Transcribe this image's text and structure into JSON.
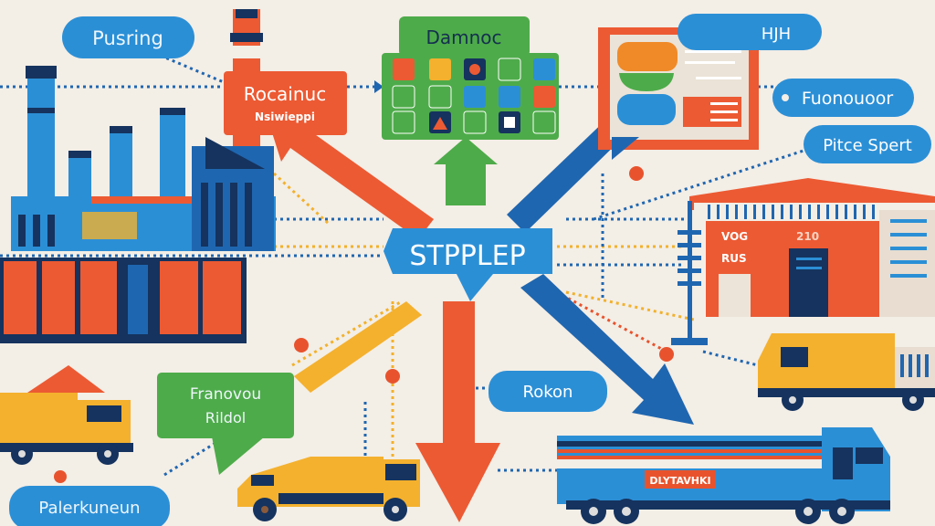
{
  "colors": {
    "background": "#f3eee6",
    "blue": "#2b8fd6",
    "navy": "#15335e",
    "red": "#ec5a33",
    "green": "#4eab4a",
    "yellow": "#f4b12e"
  },
  "labels": {
    "pusring": "Pusring",
    "rocainuc_title": "Rocainuc",
    "rocainuc_sub": "Nsiwieppi",
    "damnoc": "Damnoc",
    "hjh": "HJH",
    "fuonouoor": "Fuonouoor",
    "pitce_spert": "Pitce Spert",
    "center": "STPPLEP",
    "franovou_title": "Franovou",
    "franovou_sub": "Rildol",
    "rokon": "Rokon",
    "palerkuneun": "Palerkuneun",
    "warehouse_sign_1": "VOG",
    "warehouse_sign_2": "RUS",
    "warehouse_number": "210",
    "truck_sign": "DLYTAVHKI"
  },
  "icons": [
    "factory-icon",
    "warehouse-icon",
    "truck-icon",
    "container-icon",
    "dashboard-icon",
    "tower-icon"
  ]
}
